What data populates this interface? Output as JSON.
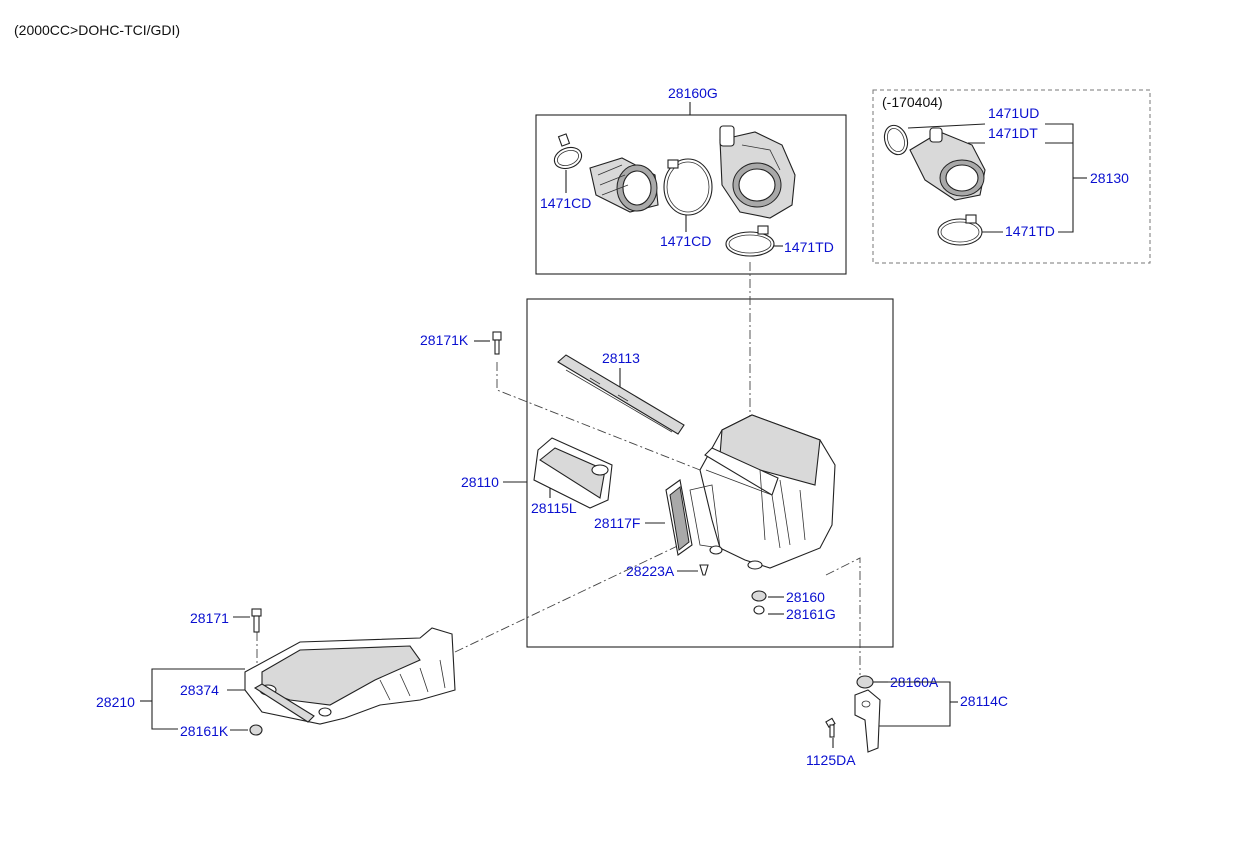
{
  "header": {
    "engine_spec": "(2000CC>DOHC-TCI/GDI)"
  },
  "boxes": {
    "alt_assembly_date_note": "(-170404)"
  },
  "labels": {
    "p28160G": "28160G",
    "p1471CD_a": "1471CD",
    "p1471CD_b": "1471CD",
    "p1471TD_a": "1471TD",
    "p1471UD": "1471UD",
    "p1471DT": "1471DT",
    "p28130": "28130",
    "p1471TD_b": "1471TD",
    "p28171K": "28171K",
    "p28113": "28113",
    "p28110": "28110",
    "p28115L": "28115L",
    "p28117F": "28117F",
    "p28223A": "28223A",
    "p28160": "28160",
    "p28161G": "28161G",
    "p28171": "28171",
    "p28210": "28210",
    "p28374": "28374",
    "p28161K": "28161K",
    "p28160A": "28160A",
    "p28114C": "28114C",
    "p1125DA": "1125DA"
  },
  "colors": {
    "label": "#0a10d0",
    "line": "#222222",
    "shade": "#d9d9d9"
  }
}
